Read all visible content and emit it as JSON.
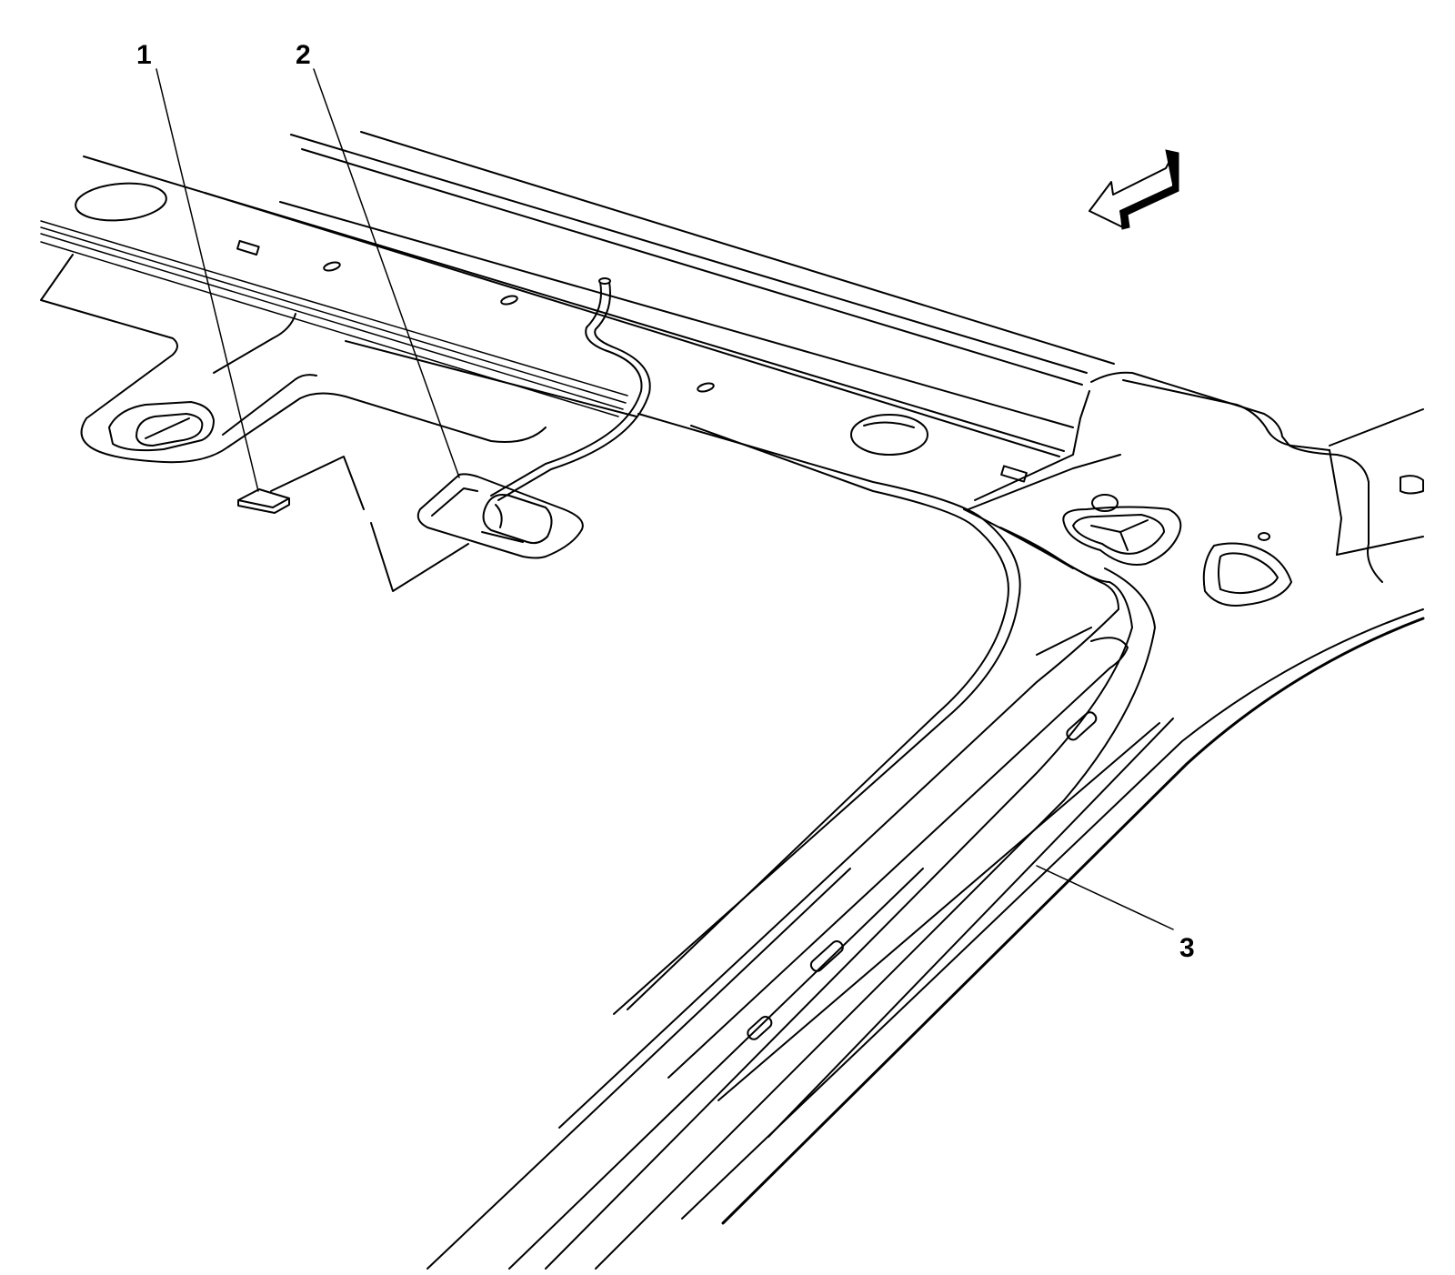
{
  "callouts": [
    {
      "id": "1",
      "label": "1"
    },
    {
      "id": "2",
      "label": "2"
    },
    {
      "id": "3",
      "label": "3"
    }
  ],
  "icons": {
    "direction": "forward-arrow-icon"
  },
  "colors": {
    "line": "#000000",
    "background": "#ffffff"
  }
}
